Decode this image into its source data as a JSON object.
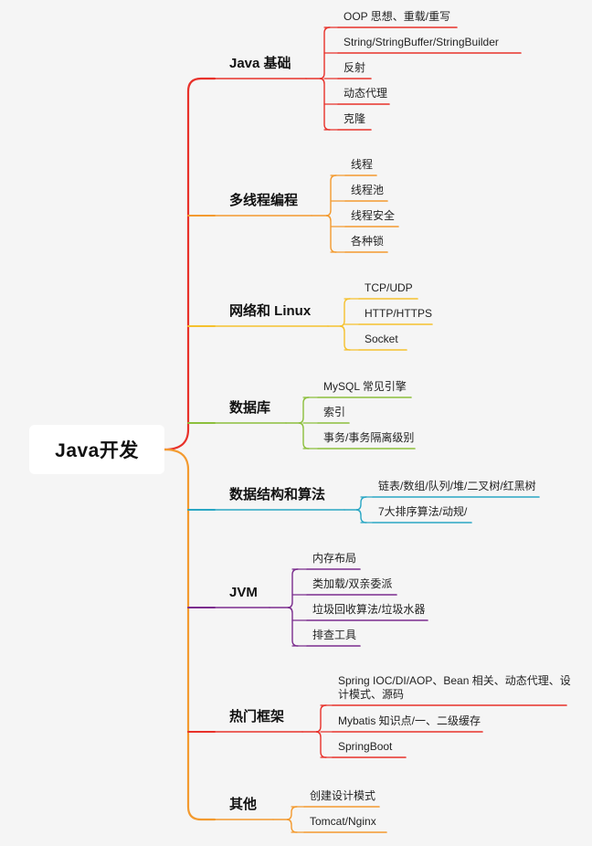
{
  "root": {
    "label": "Java开发"
  },
  "branches": [
    {
      "label": "Java 基础",
      "color": "#e8312a",
      "children": [
        "OOP 思想、重载/重写",
        "String/StringBuffer/StringBuilder",
        "反射",
        "动态代理",
        "克隆"
      ]
    },
    {
      "label": "多线程编程",
      "color": "#f39a2f",
      "children": [
        "线程",
        "线程池",
        "线程安全",
        "各种锁"
      ]
    },
    {
      "label": "网络和 Linux",
      "color": "#f5c12e",
      "children": [
        "TCP/UDP",
        "HTTP/HTTPS",
        "Socket"
      ]
    },
    {
      "label": "数据库",
      "color": "#8cbf3c",
      "children": [
        "MySQL 常见引擎",
        "索引",
        "事务/事务隔离级别"
      ]
    },
    {
      "label": "数据结构和算法",
      "color": "#2aa7c4",
      "children": [
        "链表/数组/队列/堆/二叉树/红黑树",
        "7大排序算法/动规/"
      ]
    },
    {
      "label": "JVM",
      "color": "#7b2d8e",
      "children": [
        "内存布局",
        "类加载/双亲委派",
        "垃圾回收算法/垃圾水器",
        "排查工具"
      ]
    },
    {
      "label": "热门框架",
      "color": "#e8312a",
      "children": [
        "Spring IOC/DI/AOP、Bean 相关、动态代理、设计模式、源码",
        "Mybatis 知识点/一、二级缓存",
        "SpringBoot"
      ]
    },
    {
      "label": "其他",
      "color": "#f39a2f",
      "children": [
        "创建设计模式",
        "Tomcat/Nginx"
      ]
    }
  ]
}
